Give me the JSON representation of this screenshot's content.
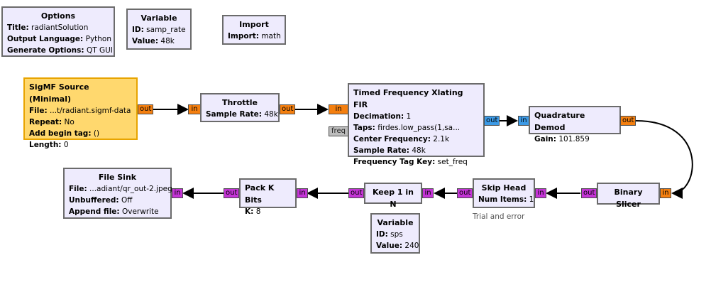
{
  "blocks": {
    "options": {
      "title": "Options",
      "params": [
        {
          "k": "Title:",
          "v": "radiantSolution"
        },
        {
          "k": "Output Language:",
          "v": "Python"
        },
        {
          "k": "Generate Options:",
          "v": "QT GUI"
        }
      ]
    },
    "variable_samp_rate": {
      "title": "Variable",
      "params": [
        {
          "k": "ID:",
          "v": "samp_rate"
        },
        {
          "k": "Value:",
          "v": "48k"
        }
      ]
    },
    "import": {
      "title": "Import",
      "params": [
        {
          "k": "Import:",
          "v": "math"
        }
      ]
    },
    "sigmf_source": {
      "title": "SigMF Source (Minimal)",
      "params": [
        {
          "k": "File:",
          "v": "...t/radiant.sigmf-data"
        },
        {
          "k": "Repeat:",
          "v": "No"
        },
        {
          "k": "Add begin tag:",
          "v": "()"
        },
        {
          "k": "Length:",
          "v": "0"
        }
      ]
    },
    "throttle": {
      "title": "Throttle",
      "params": [
        {
          "k": "Sample Rate:",
          "v": "48k"
        }
      ]
    },
    "xlating_fir": {
      "title": "Timed Frequency Xlating FIR",
      "params": [
        {
          "k": "Decimation:",
          "v": "1"
        },
        {
          "k": "Taps:",
          "v": "firdes.low_pass(1,sa..."
        },
        {
          "k": "Center Frequency:",
          "v": "2.1k"
        },
        {
          "k": "Sample Rate:",
          "v": "48k"
        },
        {
          "k": "Frequency Tag Key:",
          "v": "set_freq"
        }
      ]
    },
    "quad_demod": {
      "title": "Quadrature Demod",
      "params": [
        {
          "k": "Gain:",
          "v": "101.859"
        }
      ]
    },
    "file_sink": {
      "title": "File Sink",
      "params": [
        {
          "k": "File:",
          "v": "...adiant/qr_out-2.jpeg"
        },
        {
          "k": "Unbuffered:",
          "v": "Off"
        },
        {
          "k": "Append file:",
          "v": "Overwrite"
        }
      ]
    },
    "pack_k_bits": {
      "title": "Pack K Bits",
      "params": [
        {
          "k": "K:",
          "v": "8"
        }
      ]
    },
    "keep_1_in_n": {
      "title": "Keep 1 in N",
      "params": []
    },
    "skip_head": {
      "title": "Skip Head",
      "params": [
        {
          "k": "Num Items:",
          "v": "1"
        }
      ]
    },
    "binary_slicer": {
      "title": "Binary Slicer",
      "params": []
    },
    "variable_sps": {
      "title": "Variable",
      "params": [
        {
          "k": "ID:",
          "v": "sps"
        },
        {
          "k": "Value:",
          "v": "240"
        }
      ]
    }
  },
  "ports": {
    "in": "in",
    "out": "out",
    "freq": "freq"
  },
  "notes": {
    "skip_head_comment": "Trial and error"
  },
  "colors": {
    "complex_port": "#f47f0f",
    "float_port": "#3c9ae6",
    "byte_port": "#c434d6",
    "message_port": "#bcbcbc",
    "block_bg": "#eeebfd",
    "selected_block_bg": "#ffd86e"
  }
}
